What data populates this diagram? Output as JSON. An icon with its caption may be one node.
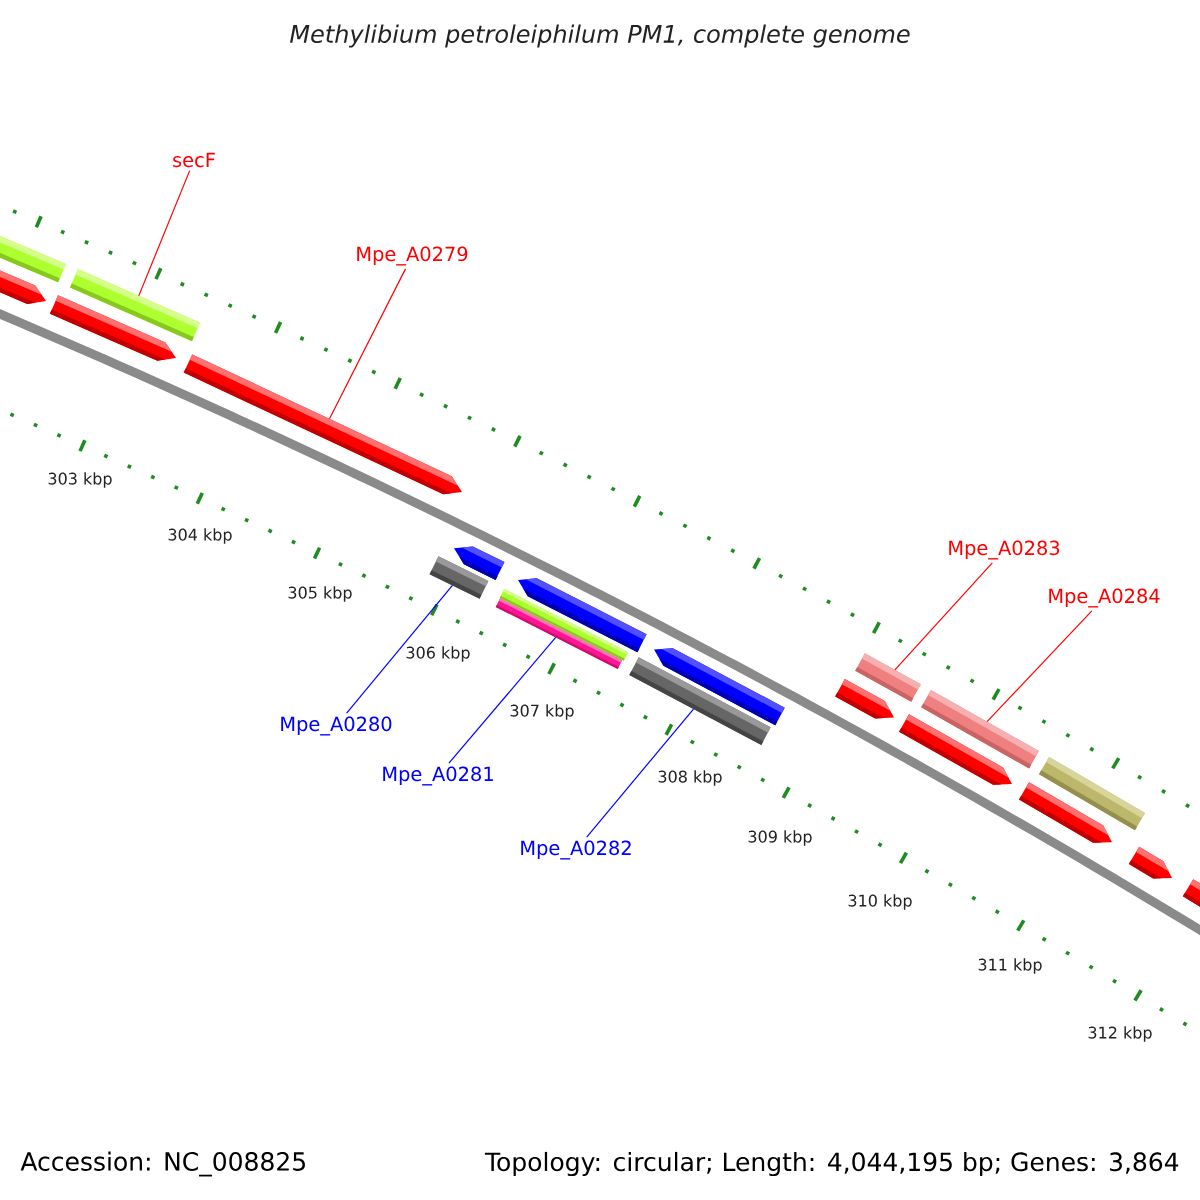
{
  "diagram": {
    "title": "Methylibium petroleiphilum PM1, complete genome",
    "nodes": [
      {
        "text": [
          "secF"
        ]
      },
      {
        "text": [
          "Mpe_A0279"
        ]
      },
      {
        "text": [
          "Mpe_A0283"
        ]
      },
      {
        "text": [
          "Mpe_A0284"
        ]
      },
      {
        "text": [
          "Mpe_A0280"
        ]
      },
      {
        "text": [
          "Mpe_A0281"
        ]
      },
      {
        "text": [
          "Mpe_A0282"
        ]
      },
      {
        "text": [],
        "shape": "bar"
      },
      {
        "text": [],
        "shape": "arrow"
      },
      {
        "text": [],
        "shape": "arrow"
      },
      {
        "text": [],
        "shape": "bar"
      },
      {
        "text": [],
        "shape": "arrow"
      },
      {
        "text": [],
        "shape": "bar"
      },
      {
        "text": [],
        "shape": "arrow"
      },
      {
        "text": [],
        "shape": "bar"
      },
      {
        "text": [],
        "shape": "bar"
      },
      {
        "text": [],
        "shape": "arrow"
      },
      {
        "text": [],
        "shape": "bar"
      },
      {
        "text": [],
        "shape": "arrow"
      },
      {
        "text": [],
        "shape": "arrow"
      },
      {
        "text": [],
        "shape": "bar"
      },
      {
        "text": [],
        "shape": "arrow"
      },
      {
        "text": [],
        "shape": "bar"
      },
      {
        "text": [],
        "shape": "arrow"
      },
      {
        "text": [],
        "shape": "bar"
      },
      {
        "text": [],
        "shape": "arrow"
      },
      {
        "text": [],
        "shape": "arrow"
      }
    ],
    "edges": [
      {
        "from": 0,
        "to": 10,
        "arrow": "none"
      },
      {
        "from": 1,
        "to": 11,
        "arrow": "none"
      },
      {
        "from": 2,
        "to": 20,
        "arrow": "none"
      },
      {
        "from": 3,
        "to": 22,
        "arrow": "none"
      },
      {
        "from": 4,
        "to": 12,
        "arrow": "none",
        "color": "#0000ff"
      },
      {
        "from": 5,
        "to": 14,
        "arrow": "none",
        "color": "#0000ff"
      },
      {
        "from": 6,
        "to": 17,
        "arrow": "none",
        "color": "#0000ff"
      }
    ],
    "labels": [
      "303 kbp",
      "304 kbp",
      "305 kbp",
      "306 kbp",
      "307 kbp",
      "308 kbp",
      "309 kbp",
      "310 kbp",
      "311 kbp",
      "312 kbp",
      "Accession: NC_008825",
      "Topology: circular; Length: 4,044,195 bp; Genes: 3,864"
    ]
  }
}
